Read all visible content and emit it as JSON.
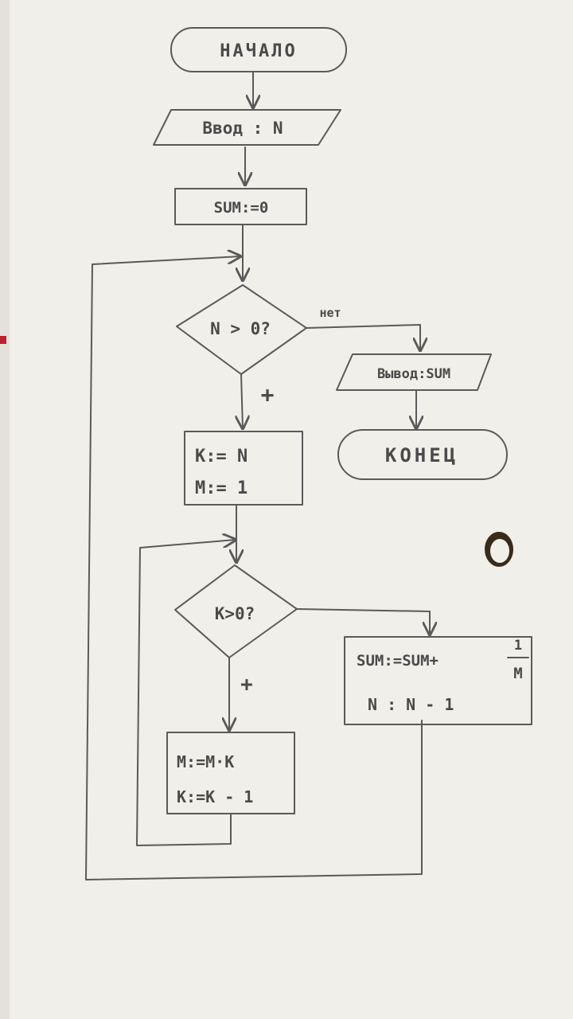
{
  "flowchart": {
    "start_label": "НАЧАЛО",
    "input_label": "Ввод : N",
    "init_label": "SUM:=0",
    "cond1_label": "N > 0?",
    "cond1_no_label": "нет",
    "cond1_yes_label": "+",
    "output_label": "Вывод:SUM",
    "end_label": "КОНЕЦ",
    "assign_k_label": "K:= N",
    "assign_m_label": "M:= 1",
    "cond2_label": "K>0?",
    "cond2_yes_label": "+",
    "sum_update_label": "SUM:=SUM+",
    "fraction_numerator": "1",
    "fraction_denominator": "M",
    "n_decrement_label": "N : N - 1",
    "m_update_label": "M:=M·K",
    "k_decrement_label": "K:=K - 1"
  },
  "colors": {
    "paper": "#f1efe9",
    "pencil": "#5a5a5a",
    "background": "#d9d5cc"
  }
}
